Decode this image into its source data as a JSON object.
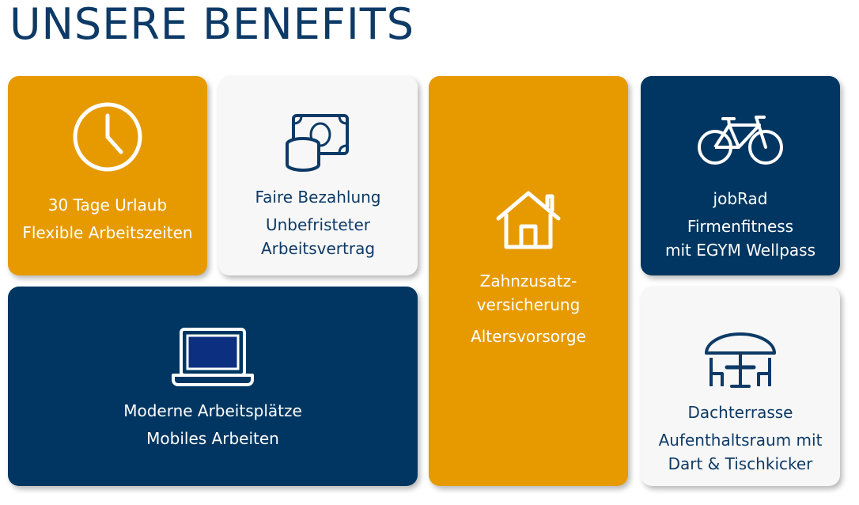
{
  "title": "UNSERE BENEFITS",
  "colors": {
    "orange": "#e69a00",
    "navy": "#003661",
    "white": "#f7f7f7",
    "title": "#0d3a66"
  },
  "cards": [
    {
      "icon": "clock-icon",
      "lines": [
        "30 Tage Urlaub",
        "Flexible Arbeitszeiten"
      ]
    },
    {
      "icon": "money-coins-icon",
      "lines": [
        "Faire Bezahlung",
        "Unbefristeter",
        "Arbeitsvertrag"
      ]
    },
    {
      "icon": "house-icon",
      "lines": [
        "Zahnzusatz-",
        "versicherung",
        "Altersvorsorge"
      ]
    },
    {
      "icon": "bicycle-icon",
      "lines": [
        "jobRad",
        "Firmenfitness",
        "mit EGYM Wellpass"
      ]
    },
    {
      "icon": "laptop-icon",
      "lines": [
        "Moderne Arbeitsplätze",
        "Mobiles Arbeiten"
      ]
    },
    {
      "icon": "terrace-table-icon",
      "lines": [
        "Dachterrasse",
        "Aufenthaltsraum mit",
        "Dart & Tischkicker"
      ]
    }
  ]
}
